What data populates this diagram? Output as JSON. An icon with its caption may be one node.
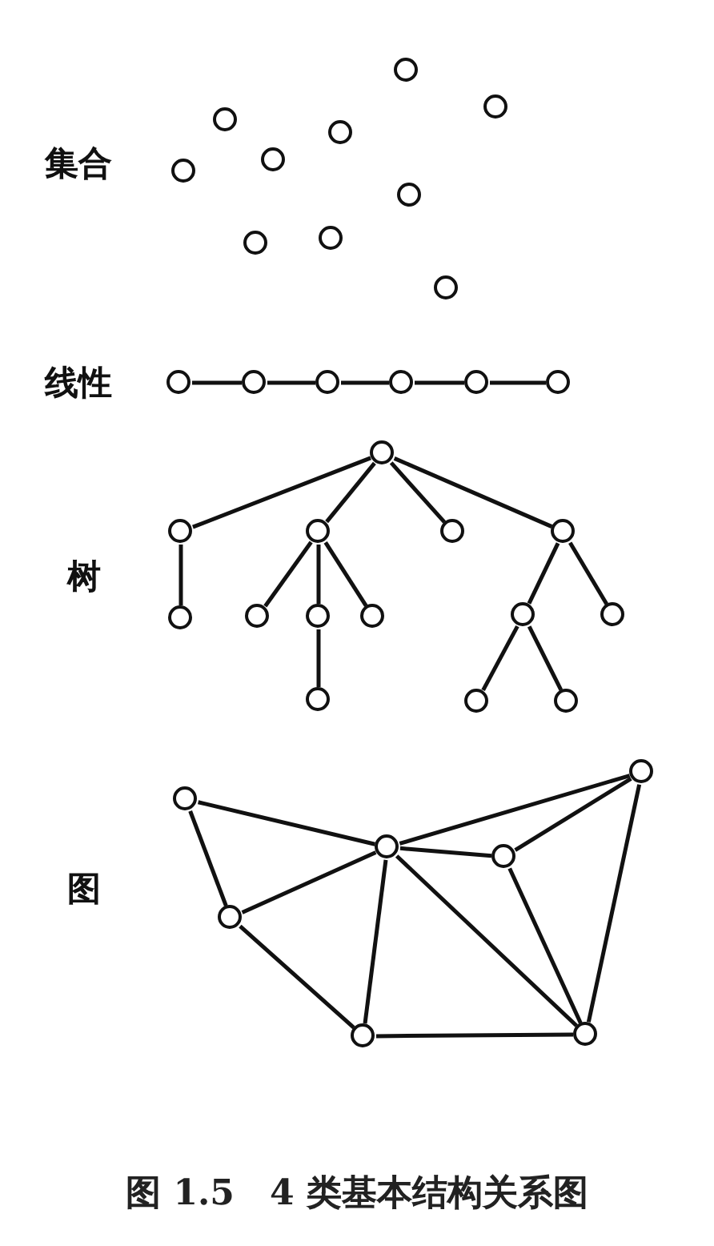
{
  "diagram": {
    "caption": "图 1.5　4 类基本结构关系图",
    "nodes": [
      {
        "text": [],
        "shape": "circle"
      },
      {
        "text": [],
        "shape": "circle"
      },
      {
        "text": [],
        "shape": "circle"
      },
      {
        "text": [],
        "shape": "circle"
      },
      {
        "text": [],
        "shape": "circle"
      },
      {
        "text": [],
        "shape": "circle"
      },
      {
        "text": [],
        "shape": "circle"
      },
      {
        "text": [],
        "shape": "circle"
      },
      {
        "text": [],
        "shape": "circle"
      },
      {
        "text": [],
        "shape": "circle"
      },
      {
        "text": [],
        "shape": "circle"
      },
      {
        "text": [],
        "shape": "circle"
      },
      {
        "text": [],
        "shape": "circle"
      },
      {
        "text": [],
        "shape": "circle"
      },
      {
        "text": [],
        "shape": "circle"
      },
      {
        "text": [],
        "shape": "circle"
      },
      {
        "text": [],
        "shape": "circle"
      },
      {
        "text": [],
        "shape": "circle"
      },
      {
        "text": [],
        "shape": "circle"
      },
      {
        "text": [],
        "shape": "circle"
      },
      {
        "text": [],
        "shape": "circle"
      },
      {
        "text": [],
        "shape": "circle"
      },
      {
        "text": [],
        "shape": "circle"
      },
      {
        "text": [],
        "shape": "circle"
      },
      {
        "text": [],
        "shape": "circle"
      },
      {
        "text": [],
        "shape": "circle"
      },
      {
        "text": [],
        "shape": "circle"
      },
      {
        "text": [],
        "shape": "circle"
      },
      {
        "text": [],
        "shape": "circle"
      },
      {
        "text": [],
        "shape": "circle"
      },
      {
        "text": [],
        "shape": "circle"
      },
      {
        "text": [],
        "shape": "circle"
      },
      {
        "text": [],
        "shape": "circle"
      },
      {
        "text": [],
        "shape": "circle"
      },
      {
        "text": [],
        "shape": "circle"
      },
      {
        "text": [],
        "shape": "circle"
      },
      {
        "text": [],
        "shape": "circle"
      }
    ],
    "edges": [
      {
        "from": 10,
        "to": 11,
        "arrow": "none"
      },
      {
        "from": 11,
        "to": 12,
        "arrow": "none"
      },
      {
        "from": 12,
        "to": 13,
        "arrow": "none"
      },
      {
        "from": 13,
        "to": 14,
        "arrow": "none"
      },
      {
        "from": 14,
        "to": 15,
        "arrow": "none"
      },
      {
        "from": 16,
        "to": 17,
        "arrow": "none"
      },
      {
        "from": 16,
        "to": 18,
        "arrow": "none"
      },
      {
        "from": 16,
        "to": 19,
        "arrow": "none"
      },
      {
        "from": 16,
        "to": 20,
        "arrow": "none"
      },
      {
        "from": 17,
        "to": 21,
        "arrow": "none"
      },
      {
        "from": 18,
        "to": 22,
        "arrow": "none"
      },
      {
        "from": 18,
        "to": 23,
        "arrow": "none"
      },
      {
        "from": 18,
        "to": 24,
        "arrow": "none"
      },
      {
        "from": 20,
        "to": 25,
        "arrow": "none"
      },
      {
        "from": 20,
        "to": 26,
        "arrow": "none"
      },
      {
        "from": 23,
        "to": 27,
        "arrow": "none"
      },
      {
        "from": 25,
        "to": 28,
        "arrow": "none"
      },
      {
        "from": 25,
        "to": 29,
        "arrow": "none"
      },
      {
        "from": 31,
        "to": 32,
        "arrow": "none"
      },
      {
        "from": 31,
        "to": 34,
        "arrow": "none"
      },
      {
        "from": 32,
        "to": 30,
        "arrow": "none"
      },
      {
        "from": 32,
        "to": 33,
        "arrow": "none"
      },
      {
        "from": 32,
        "to": 34,
        "arrow": "none"
      },
      {
        "from": 32,
        "to": 35,
        "arrow": "none"
      },
      {
        "from": 32,
        "to": 36,
        "arrow": "none"
      },
      {
        "from": 33,
        "to": 30,
        "arrow": "none"
      },
      {
        "from": 33,
        "to": 36,
        "arrow": "none"
      },
      {
        "from": 30,
        "to": 36,
        "arrow": "none"
      },
      {
        "from": 34,
        "to": 35,
        "arrow": "none"
      },
      {
        "from": 35,
        "to": 36,
        "arrow": "none"
      }
    ],
    "labels": [
      "集合",
      "线性",
      "树",
      "图"
    ]
  }
}
